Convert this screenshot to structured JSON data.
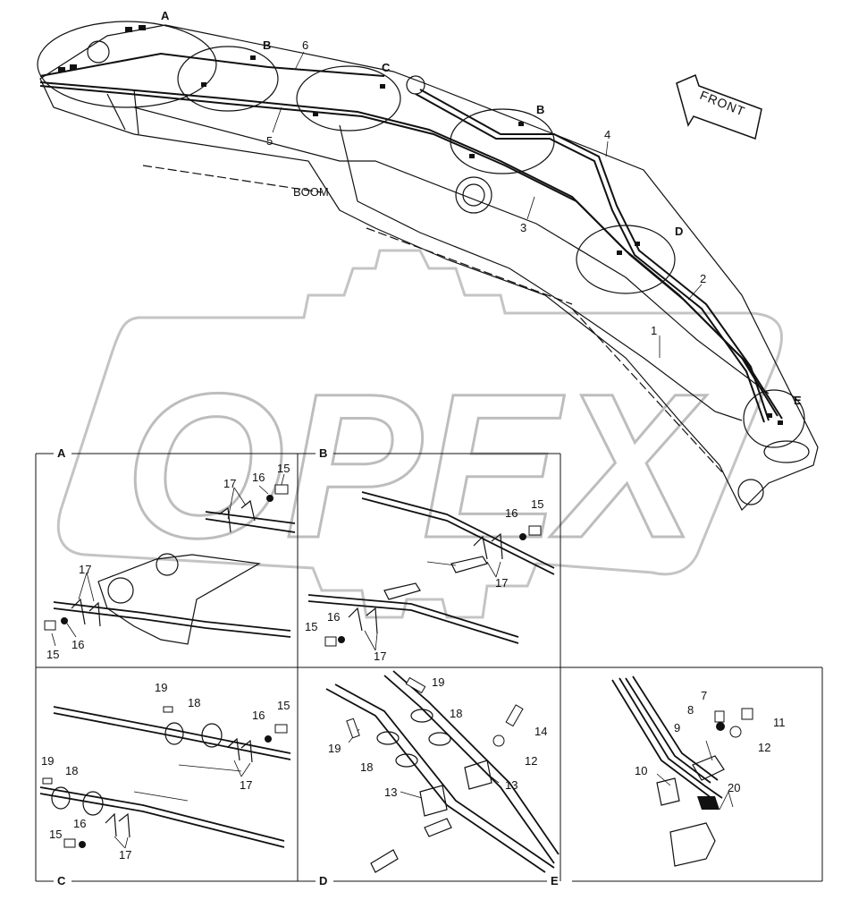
{
  "watermark": "OPEX",
  "main_view": {
    "boom_label": "BOOM",
    "front_label": "FRONT",
    "callouts": {
      "a": "A",
      "b1": "B",
      "c": "C",
      "b2": "B",
      "d": "D",
      "e": "E",
      "n6": "6",
      "n5": "5",
      "n4": "4",
      "n3": "3",
      "n2": "2",
      "n1": "1"
    }
  },
  "details": {
    "A": {
      "title": "A",
      "labels": {
        "l17a": "17",
        "l16a": "16",
        "l15a": "15",
        "l17b": "17",
        "l15b": "15",
        "l16b": "16"
      }
    },
    "B": {
      "title": "B",
      "labels": {
        "l16a": "16",
        "l15a": "15",
        "l17a": "17",
        "l16b": "16",
        "l15b": "15",
        "l17b": "17"
      }
    },
    "C": {
      "title": "C",
      "labels": {
        "l19a": "19",
        "l18a": "18",
        "l15a": "15",
        "l16a": "16",
        "l17a": "17",
        "l19b": "19",
        "l18b": "18",
        "l16b": "16",
        "l15b": "15",
        "l17b": "17"
      }
    },
    "D": {
      "title": "D",
      "labels": {
        "l19a": "19",
        "l18a": "18",
        "l14": "14",
        "l19b": "19",
        "l12": "12",
        "l18b": "18",
        "l13a": "13",
        "l13b": "13"
      }
    },
    "E": {
      "title": "E",
      "labels": {
        "l7": "7",
        "l8": "8",
        "l11": "11",
        "l9": "9",
        "l12": "12",
        "l10": "10",
        "l20": "20"
      }
    }
  }
}
